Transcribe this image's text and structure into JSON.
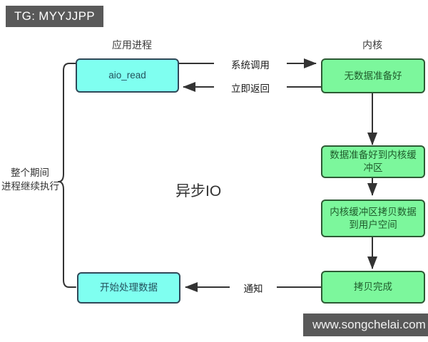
{
  "badge": {
    "text": "TG: MYYJJPP"
  },
  "watermark": {
    "text": "www.songchelai.com"
  },
  "headers": {
    "left": "应用进程",
    "right": "内核"
  },
  "center_title": "异步IO",
  "brace_label": {
    "line1": "整个期间",
    "line2": "进程继续执行"
  },
  "nodes": {
    "aio_read": "aio_read",
    "start_process": "开始处理数据",
    "no_data_ready": "无数据准备好",
    "data_to_kernel_buffer": "数据准备好到内核缓冲区",
    "kernel_to_user_space": "内核缓冲区拷贝数据到用户空间",
    "copy_done": "拷贝完成"
  },
  "edges": {
    "syscall": "系统调用",
    "return_now": "立即返回",
    "notify": "通知"
  },
  "colors": {
    "cyan_fill": "#7ffff0",
    "cyan_stroke": "#2f4858",
    "green_fill": "#7cf79c",
    "green_stroke": "#2d5a34",
    "badge_bg": "#595959",
    "line": "#333333"
  }
}
